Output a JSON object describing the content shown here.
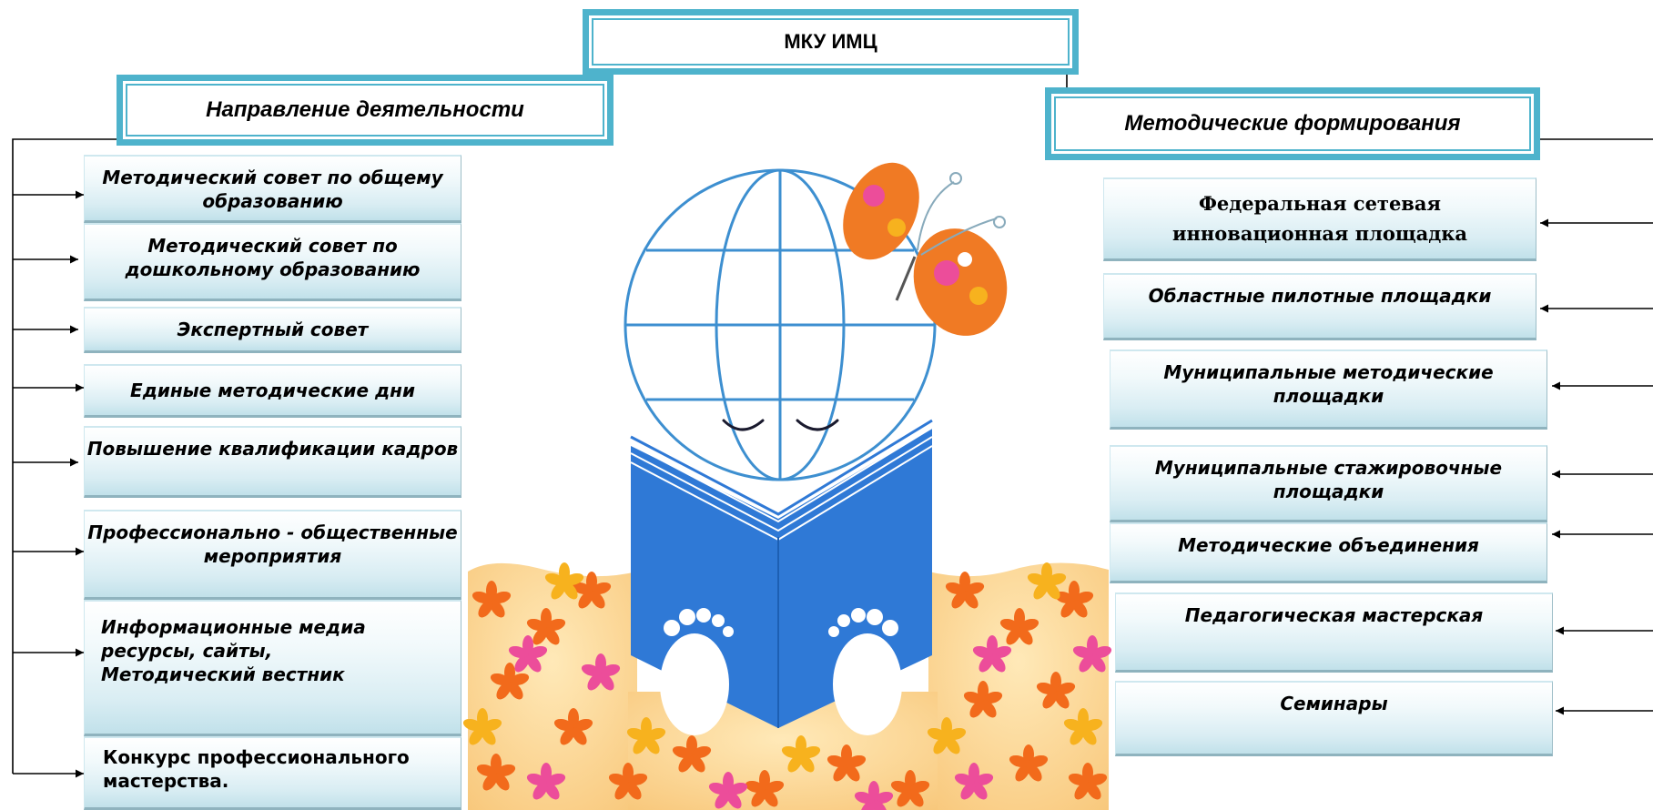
{
  "top": {
    "title": "МКУ ИМЦ"
  },
  "left": {
    "header": "Направление деятельности",
    "items": [
      {
        "label": "Методический совет по общему образованию"
      },
      {
        "label": "Методический совет по дошкольному образованию"
      },
      {
        "label": "Экспертный совет"
      },
      {
        "label": "Единые методические дни"
      },
      {
        "label": "Повышение квалификации кадров"
      },
      {
        "label": "Профессионально - общественные мероприятия"
      },
      {
        "label": "Информационные медиа ресурсы, сайты, Методический вестник"
      },
      {
        "label": "Конкурс профессионального мастерства."
      }
    ]
  },
  "right": {
    "header": "Методические формирования",
    "items": [
      {
        "label": "Федеральная сетевая инновационная площадка"
      },
      {
        "label": "Областные пилотные площадки"
      },
      {
        "label": "Муниципальные методические площадки"
      },
      {
        "label": "Муниципальные стажировочные площадки"
      },
      {
        "label": "Методические объединения"
      },
      {
        "label": "Педагогическая мастерская"
      },
      {
        "label": "Семинары"
      }
    ]
  },
  "colors": {
    "frame": "#4eb3cc",
    "box_top": "#ffffff",
    "box_bottom": "#c1e1ea",
    "globe": "#3d8fd0",
    "book": "#2f79d6"
  },
  "illustration": {
    "icon": "child-reading-book-globe-butterfly-flowers-icon"
  }
}
